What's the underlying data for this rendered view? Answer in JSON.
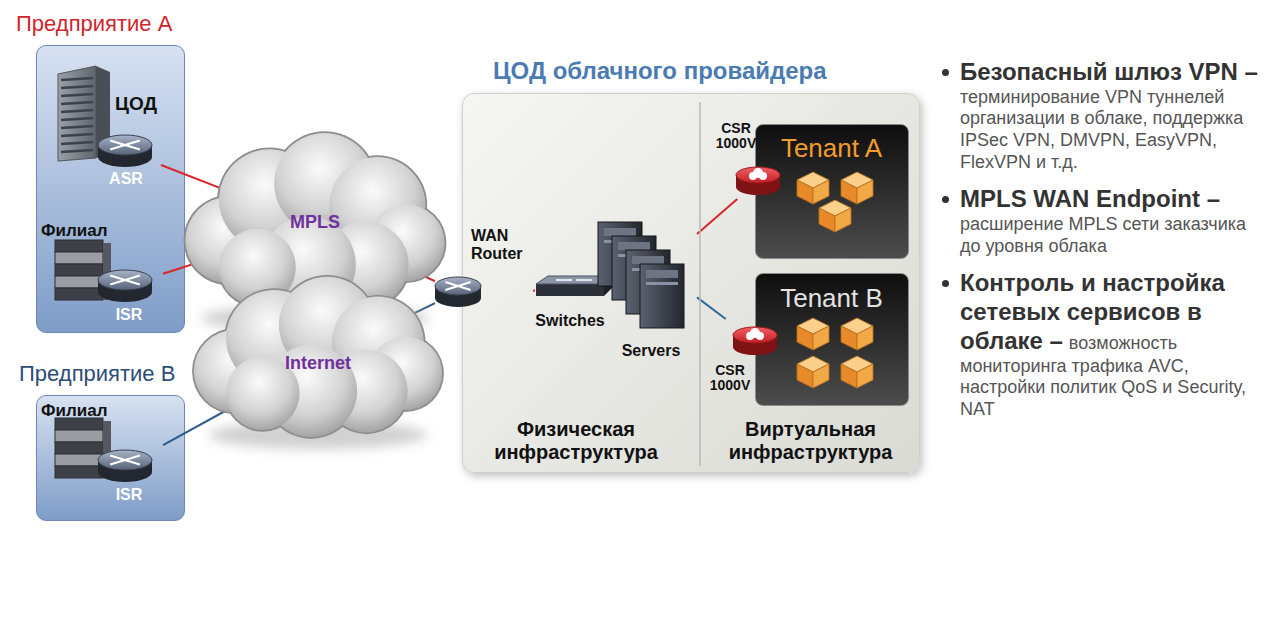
{
  "diagram": {
    "nodes": [
      {
        "text": [
          "Предприятие А"
        ]
      },
      {
        "text": [
          "ЦОД",
          "ASR"
        ],
        "in": 0
      },
      {
        "text": [
          "Филиал",
          "ISR"
        ],
        "in": 0
      },
      {
        "text": [
          "Предприятие В"
        ]
      },
      {
        "text": [
          "Филиал",
          "ISR"
        ],
        "in": 3
      },
      {
        "text": [
          "MPLS"
        ]
      },
      {
        "text": [
          "Internet"
        ]
      },
      {
        "text": [
          "ЦОД облачного провайдера"
        ]
      },
      {
        "text": [
          "WAN Router"
        ],
        "in": 7
      },
      {
        "text": [
          "Switches"
        ],
        "in": 7
      },
      {
        "text": [
          "Servers"
        ],
        "in": 7
      },
      {
        "text": [
          "CSR 1000V"
        ],
        "in": 7
      },
      {
        "text": [
          "Tenant A"
        ],
        "in": 7
      },
      {
        "text": [
          "CSR 1000V"
        ],
        "in": 7
      },
      {
        "text": [
          "Tenant B"
        ],
        "in": 7
      }
    ],
    "edges": [
      {
        "from": 1,
        "to": 5,
        "arrow": "none"
      },
      {
        "from": 2,
        "to": 5,
        "arrow": "none"
      },
      {
        "from": 5,
        "to": 8,
        "arrow": "none"
      },
      {
        "from": 4,
        "to": 6,
        "arrow": "none"
      },
      {
        "from": 6,
        "to": 8,
        "arrow": "none"
      },
      {
        "from": 8,
        "to": 9,
        "arrow": "none"
      },
      {
        "from": 9,
        "to": 10,
        "arrow": "none"
      },
      {
        "from": 10,
        "to": 11,
        "arrow": "none"
      },
      {
        "from": 10,
        "to": 13,
        "arrow": "none"
      }
    ],
    "labels": [
      "Физическая инфраструктура",
      "Виртуальная инфраструктура",
      "Безопасный шлюз VPN –",
      "терминирование VPN туннелей организации в облаке, поддержка IPSec VPN, DMVPN, EasyVPN, FlexVPN и т.д.",
      "MPLS WAN Endpoint –",
      "расширение MPLS сети заказчика до уровня облака",
      "Контроль и настройка сетевых сервисов в облаке –",
      "возможность мониторинга трафика AVC, настройки политик QoS и Security, NAT"
    ]
  }
}
